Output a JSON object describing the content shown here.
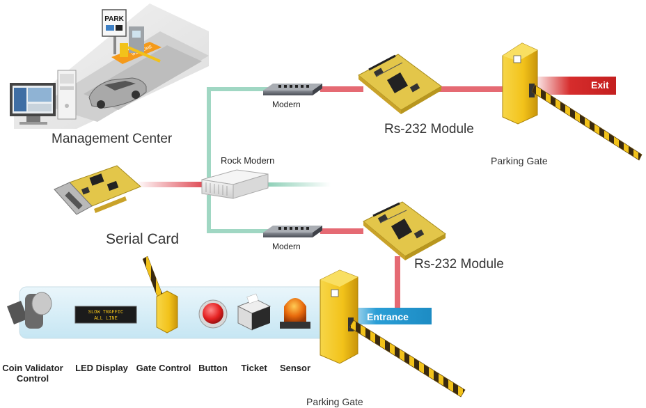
{
  "labels": {
    "management_center": "Management Center",
    "serial_card": "Serial Card",
    "rock_modem": "Rock Modern",
    "modem_top": "Modern",
    "modem_bottom": "Modern",
    "rs232_top": "Rs-232 Module",
    "rs232_bottom": "Rs-232 Module",
    "parking_gate_top": "Parking Gate",
    "parking_gate_bottom": "Parking Gate",
    "exit": "Exit",
    "entrance": "Entrance"
  },
  "signs": {
    "park": "PARK",
    "welcome": "WELCOME"
  },
  "led_display": {
    "line1": "SLOW TRAFFIC",
    "line2": "ALL LINE"
  },
  "devices": [
    {
      "label_line1": "Coin Validator",
      "label_line2": "Control"
    },
    {
      "label_line1": "LED Display"
    },
    {
      "label_line1": "Gate Control"
    },
    {
      "label_line1": "Button"
    },
    {
      "label_line1": "Ticket"
    },
    {
      "label_line1": "Sensor"
    }
  ],
  "colors": {
    "link_red": "#e0505a",
    "link_green": "#8fd0b8",
    "exit_tag": "#d62c2c",
    "entrance_tag": "#2a9ed6",
    "gate_yellow": "#f2c21a",
    "board_yellow": "#e3c64a"
  }
}
